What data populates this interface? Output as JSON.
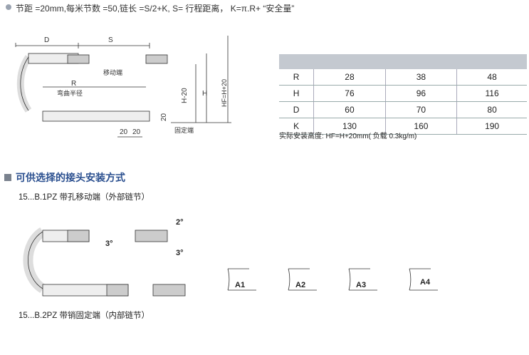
{
  "spec_line": "节距 =20mm,每米节数 =50,链长 =S/2+K, S= 行程距离， K=π.R+ “安全量”",
  "diagram1": {
    "D": "D",
    "S": "S",
    "R": "R",
    "bend_radius": "弯曲半径",
    "moving_end": "移动端",
    "fixed_end": "固定端",
    "H": "H",
    "H_minus_20": "H-20",
    "HF": "HF=H+20",
    "dim20a": "20",
    "dim20b": "20",
    "dim20c": "20"
  },
  "table": {
    "rows": [
      [
        "R",
        "28",
        "38",
        "48"
      ],
      [
        "H",
        "76",
        "96",
        "116"
      ],
      [
        "D",
        "60",
        "70",
        "80"
      ],
      [
        "K",
        "130",
        "160",
        "190"
      ]
    ],
    "note": "实际安装高度: HF=H+20mm( 负载 0.3kg/m)"
  },
  "section_title": "可供选择的接头安装方式",
  "option1": "15...B.1PZ 带孔移动端（外部链节）",
  "option2": "15...B.2PZ 带销固定端（内部链节）",
  "angles": {
    "a1": "3°",
    "a2": "2°",
    "a3": "3°"
  },
  "variants": [
    "A1",
    "A2",
    "A3",
    "A4"
  ],
  "colors": {
    "title": "#2a4f8f",
    "header": "#c4c9d0"
  }
}
